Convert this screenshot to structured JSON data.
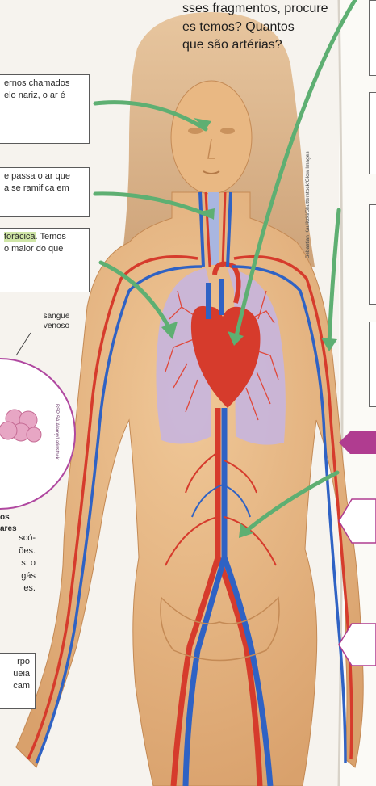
{
  "heading": {
    "line1": "sses fragmentos, procure",
    "line2": "es temos? Quantos",
    "line3": "que são artérias?"
  },
  "left_boxes": [
    {
      "line1": "ernos chamados",
      "line2": "elo nariz, o ar é"
    },
    {
      "line1": "e passa o ar que",
      "line2": "a se ramifica em"
    },
    {
      "line1_pre": "",
      "line1_hl": "torácica",
      "line1_post": ". Temos",
      "line2": "o maior do que"
    }
  ],
  "alveoli": {
    "label_sangue": "sangue",
    "label_venoso": "venoso",
    "label_bottom1": "os",
    "label_bottom2": "ares",
    "credit": "BSP SA/Alamy/Latinstock"
  },
  "body_text": [
    "scó-",
    "ões.",
    "s: o",
    "gás",
    "es."
  ],
  "bottom_box": [
    "rpo",
    "ueia",
    "cam"
  ],
  "photo_credit": "Sebastian Kaulitzki/Shutterstock/Glow Images",
  "colors": {
    "artery": "#d63b2c",
    "vein": "#2f62c4",
    "arrow": "#5eaf72",
    "skin": "#e7b785",
    "lung": "#c7b5de",
    "highlight": "#cfe6a6",
    "hexagon": "#b03c90"
  }
}
